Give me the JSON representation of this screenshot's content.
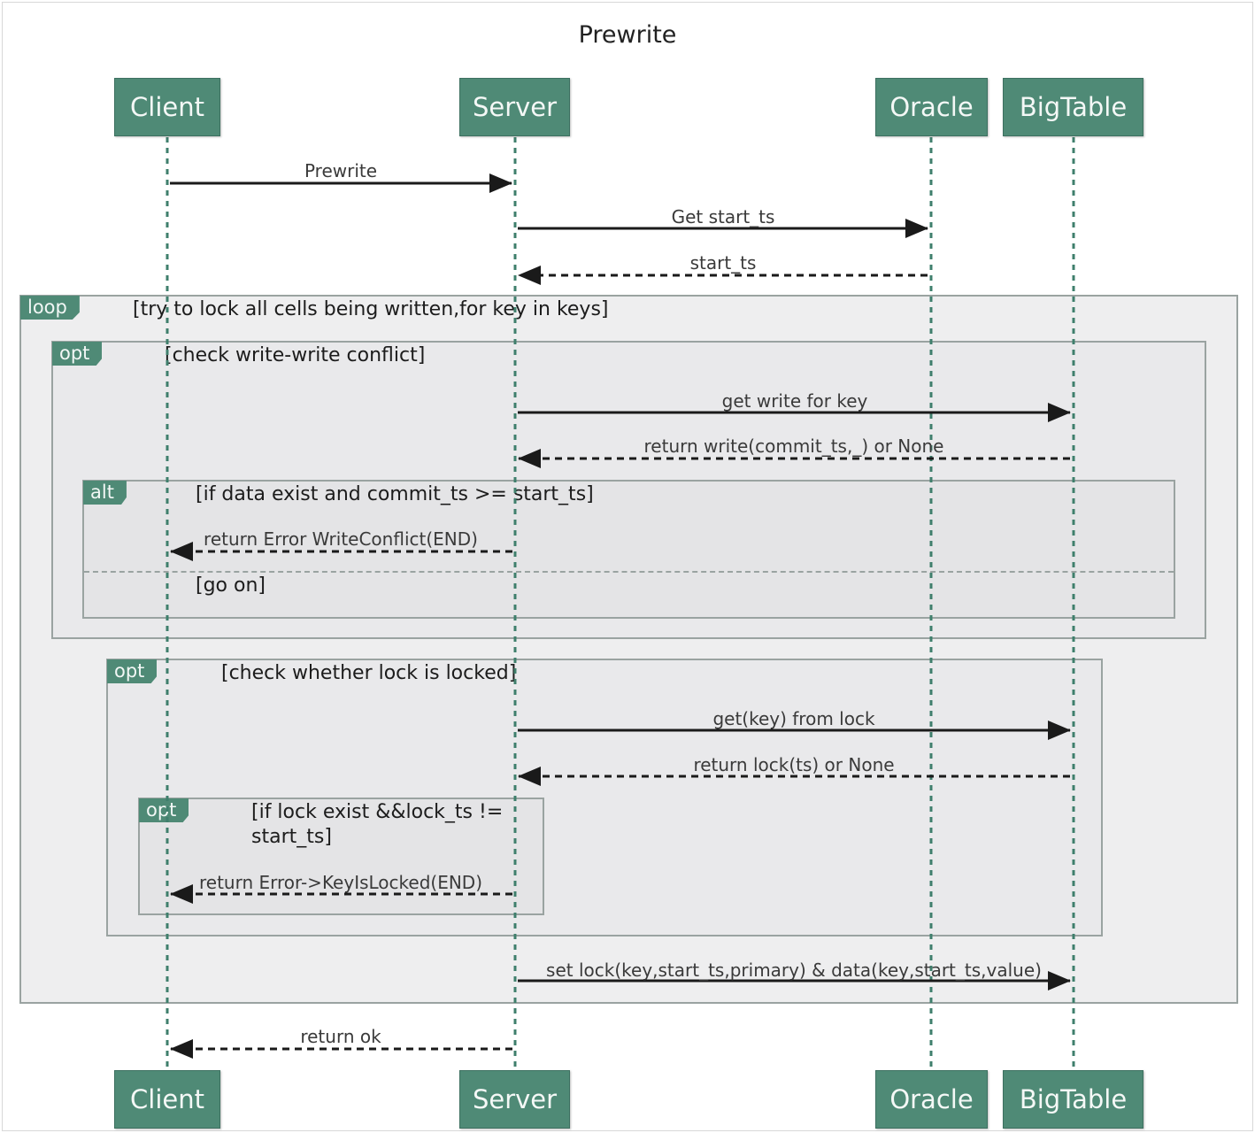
{
  "title": "Prewrite",
  "participants": [
    "Client",
    "Server",
    "Oracle",
    "BigTable"
  ],
  "messages": [
    {
      "from": "Client",
      "to": "Server",
      "label": "Prewrite",
      "style": "solid"
    },
    {
      "from": "Server",
      "to": "Oracle",
      "label": "Get start_ts",
      "style": "solid"
    },
    {
      "from": "Oracle",
      "to": "Server",
      "label": "start_ts",
      "style": "dashed"
    },
    {
      "from": "Server",
      "to": "BigTable",
      "label": "get write for key",
      "style": "solid"
    },
    {
      "from": "BigTable",
      "to": "Server",
      "label": "return write(commit_ts,_) or None",
      "style": "dashed"
    },
    {
      "from": "Server",
      "to": "Client",
      "label": "return Error WriteConflict(END)",
      "style": "dashed"
    },
    {
      "from": "Server",
      "to": "BigTable",
      "label": "get(key) from lock",
      "style": "solid"
    },
    {
      "from": "BigTable",
      "to": "Server",
      "label": "return lock(ts) or None",
      "style": "dashed"
    },
    {
      "from": "Server",
      "to": "Client",
      "label": "return Error->KeyIsLocked(END)",
      "style": "dashed"
    },
    {
      "from": "Server",
      "to": "BigTable",
      "label": "set lock(key,start_ts,primary) & data(key,start_ts,value)",
      "style": "solid"
    },
    {
      "from": "Server",
      "to": "Client",
      "label": "return ok",
      "style": "dashed"
    }
  ],
  "frames": [
    {
      "kind": "loop",
      "condition": "[try to lock all cells being written,for key in keys]"
    },
    {
      "kind": "opt",
      "condition": "[check write-write conflict]"
    },
    {
      "kind": "alt",
      "condition": "[if data exist and commit_ts >= start_ts]",
      "else_condition": "[go on]"
    },
    {
      "kind": "opt",
      "condition": "[check whether lock is locked]"
    },
    {
      "kind": "opt",
      "condition": "[if lock exist &&lock_ts !=\nstart_ts]"
    }
  ],
  "colors": {
    "participant_fill": "#4f8a76",
    "lifeline": "#3f7f6c",
    "frame_fill": "#eeeeef",
    "frame_border": "#9aa3a1",
    "arrow": "#1a1a1a"
  }
}
